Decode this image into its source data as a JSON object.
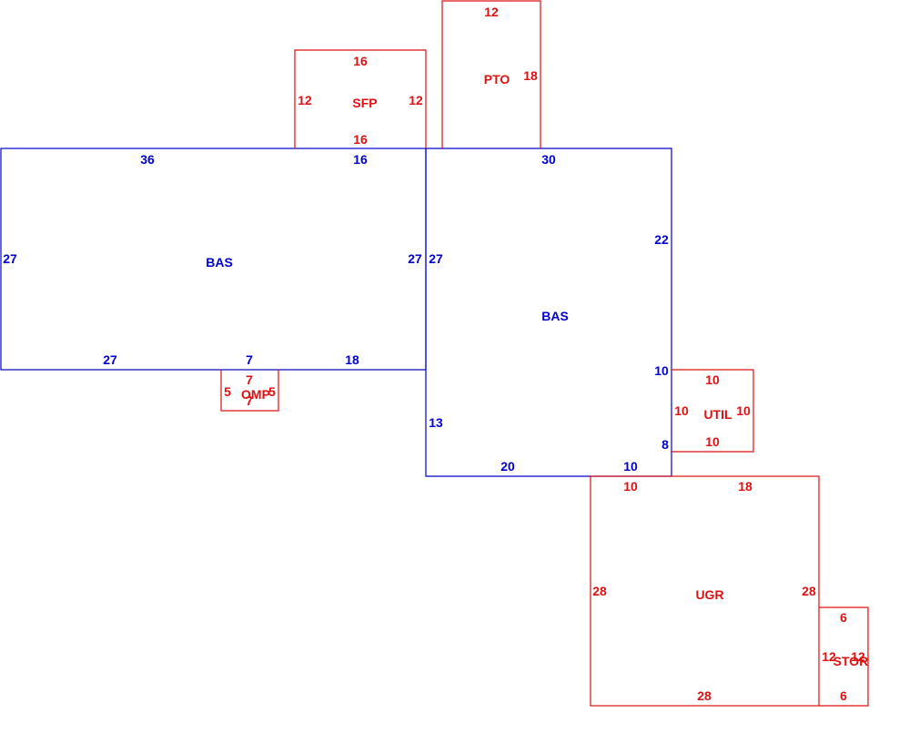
{
  "colors": {
    "living": "#0000cc",
    "other": "#dd1111",
    "background": "#ffffff"
  },
  "areas": [
    {
      "id": "bas-west",
      "label": "BAS",
      "color_key": "living",
      "dims": [
        "36",
        "16",
        "27",
        "27",
        "27",
        "7",
        "18"
      ]
    },
    {
      "id": "bas-east",
      "label": "BAS",
      "color_key": "living",
      "dims": [
        "30",
        "22",
        "10",
        "8",
        "10",
        "20",
        "13",
        "27"
      ]
    },
    {
      "id": "sfp",
      "label": "SFP",
      "color_key": "other",
      "dims": [
        "16",
        "12",
        "12",
        "16"
      ]
    },
    {
      "id": "pto",
      "label": "PTO",
      "color_key": "other",
      "dims": [
        "12",
        "18"
      ]
    },
    {
      "id": "omp",
      "label": "OMP",
      "color_key": "other",
      "dims": [
        "7",
        "5",
        "5",
        "7"
      ]
    },
    {
      "id": "util",
      "label": "UTIL",
      "color_key": "other",
      "dims": [
        "10",
        "10",
        "10",
        "10"
      ]
    },
    {
      "id": "ugr",
      "label": "UGR",
      "color_key": "other",
      "dims": [
        "10",
        "18",
        "28",
        "28",
        "28"
      ]
    },
    {
      "id": "stor",
      "label": "STOR",
      "color_key": "other",
      "dims": [
        "6",
        "12",
        "12",
        "6"
      ]
    }
  ]
}
